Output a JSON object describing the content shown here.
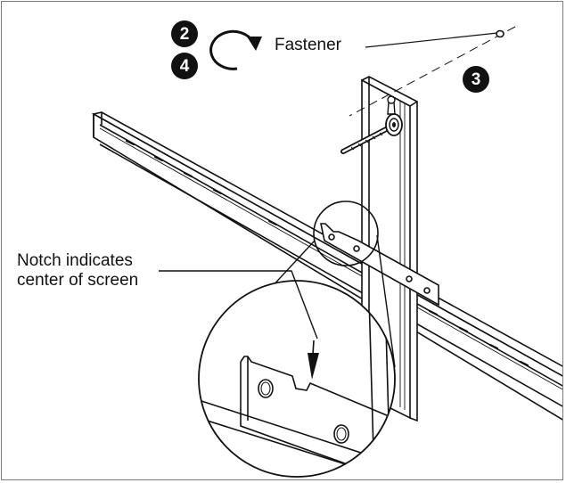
{
  "diagram": {
    "steps": {
      "step_a": "2",
      "step_b": "4",
      "step_c": "3"
    },
    "labels": {
      "fastener": "Fastener",
      "notch_line1": "Notch indicates",
      "notch_line2": "center of screen"
    },
    "colors": {
      "ink": "#111111",
      "frame_border": "#7a7a7a",
      "background": "#ffffff"
    },
    "icons": {
      "rotate": "clockwise-rotate-arrow-icon"
    }
  }
}
